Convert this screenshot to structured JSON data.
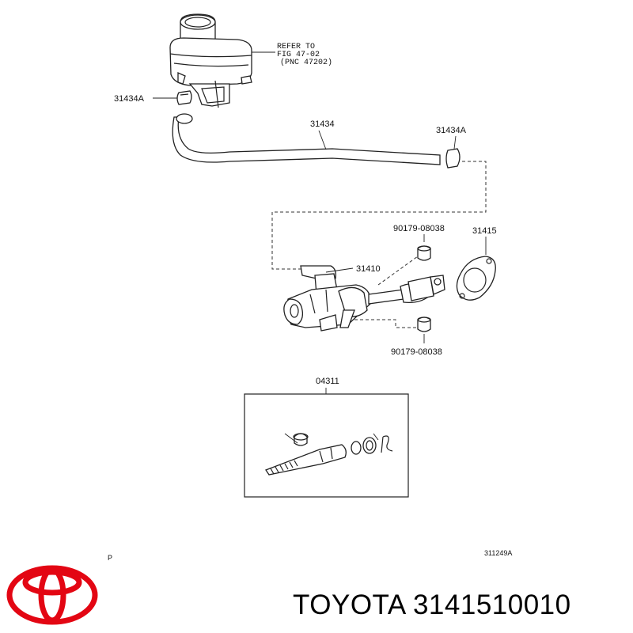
{
  "diagram": {
    "labels": {
      "refer_line1": "REFER TO",
      "refer_line2": "FIG 47-02",
      "refer_line3": "(PNC 47202)",
      "clip_left": "31434A",
      "hose": "31434",
      "clip_right": "31434A",
      "bolt_top": "90179-08038",
      "gasket": "31415",
      "cylinder": "31410",
      "bolt_bottom": "90179-08038",
      "kit": "04311",
      "corner_left": "P",
      "corner_right": "311249A"
    }
  },
  "footer": {
    "brand_text": "TOYOTA 3141510010",
    "logo": "toyota-logo",
    "logo_color": "#e30613"
  }
}
